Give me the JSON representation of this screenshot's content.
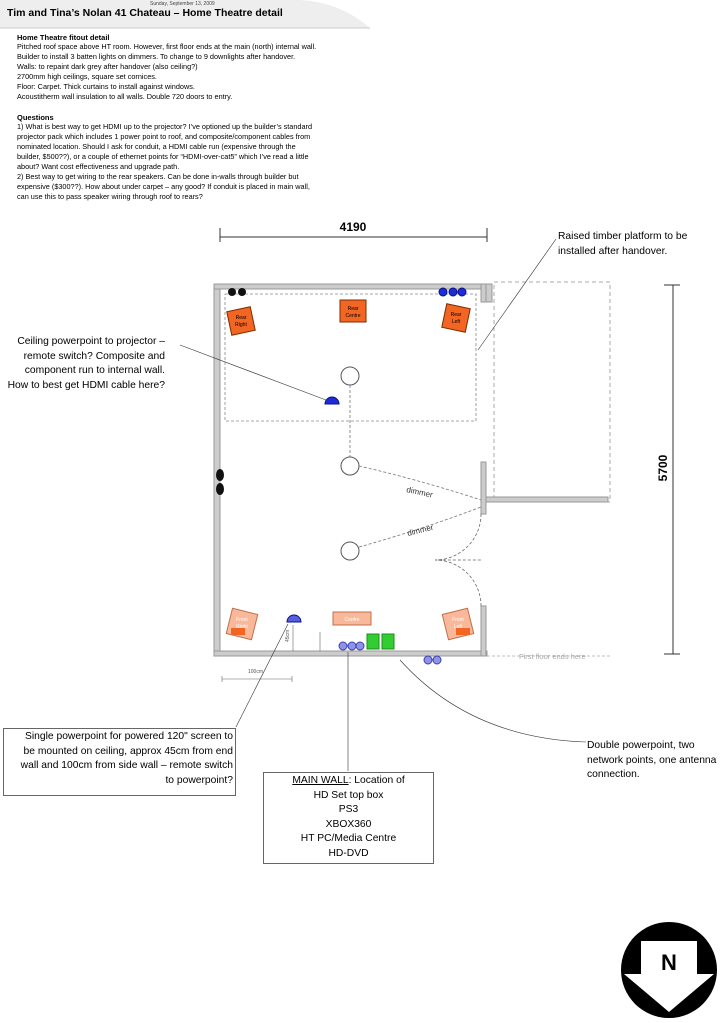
{
  "header": {
    "date": "Sunday, September 13, 2009",
    "title": "Tim and Tina’s Nolan 41 Chateau – Home Theatre detail"
  },
  "fitout": {
    "heading": "Home Theatre fitout detail",
    "lines": [
      "Pitched roof space above HT room. However, first floor ends at the main (north) internal wall.",
      "Builder to install 3 batten lights on dimmers. To change to 9 downlights after handover.",
      "Walls: to repaint dark grey after handover (also ceiling?)",
      "2700mm high ceilings, square set cornices.",
      "Floor: Carpet. Thick curtains to install against windows.",
      "Acoustitherm wall insulation to all walls. Double 720 doors to entry."
    ]
  },
  "questions": {
    "heading": "Questions",
    "lines": [
      "1) What is best way to get HDMI up to the projector? I’ve optioned up the builder’s standard",
      "projector pack which includes 1 power point to roof, and composite/component cables from",
      "nominated location. Should I ask for conduit, a HDMI cable run (expensive through the",
      "builder, $500??), or a couple of ethernet points for “HDMI-over-cat5” which I’ve read a little",
      "about? Want cost effectiveness and upgrade path.",
      "2) Best way to get wiring to the rear speakers. Can be done in-walls through builder but",
      "expensive ($300??). How about under carpet – any good? If conduit is placed in main wall,",
      "can use this to pass speaker wiring through roof to rears?"
    ]
  },
  "dimensions": {
    "width": "4190",
    "height": "5700",
    "side_offset": "100cm",
    "end_offset": "45cm"
  },
  "callouts": {
    "platform": [
      "Raised timber platform to be",
      "installed after handover."
    ],
    "ceiling_power": [
      "Ceiling powerpoint to projector –",
      "remote switch? Composite and",
      "component run to internal wall.",
      "How to best get HDMI cable here?"
    ],
    "screen_power": [
      "Single powerpoint for powered 120\"  screen to",
      "be mounted on ceiling, approx 45cm from end",
      "wall and 100cm from side wall – remote switch",
      "to powerpoint?"
    ],
    "double_power": [
      "Double powerpoint, two",
      "network points, one antenna",
      "connection."
    ],
    "main_wall": {
      "title": "MAIN WALL",
      "title_suffix": ": Location of",
      "items": [
        "HD Set top box",
        "PS3",
        "XBOX360",
        "HT PC/Media Centre",
        "HD-DVD"
      ]
    }
  },
  "floorplan": {
    "dimmer_label": "dimmer",
    "first_floor_label": "First floor ends here",
    "speakers": {
      "rear_right": [
        "Rear",
        "Right"
      ],
      "rear_centre": [
        "Rear",
        "Centre"
      ],
      "rear_left": [
        "Rear",
        "Left"
      ],
      "front_right": [
        "Front",
        "Right"
      ],
      "front_left": [
        "Front",
        "Left"
      ],
      "centre": "Centre"
    }
  },
  "compass": {
    "label": "N"
  },
  "colors": {
    "speaker": "#f26522",
    "speaker_front": "#f9b89a",
    "outlet": "#1f2bd6",
    "outlet_light": "#8f93e8",
    "device": "#33cc33",
    "wall": "#999999"
  }
}
